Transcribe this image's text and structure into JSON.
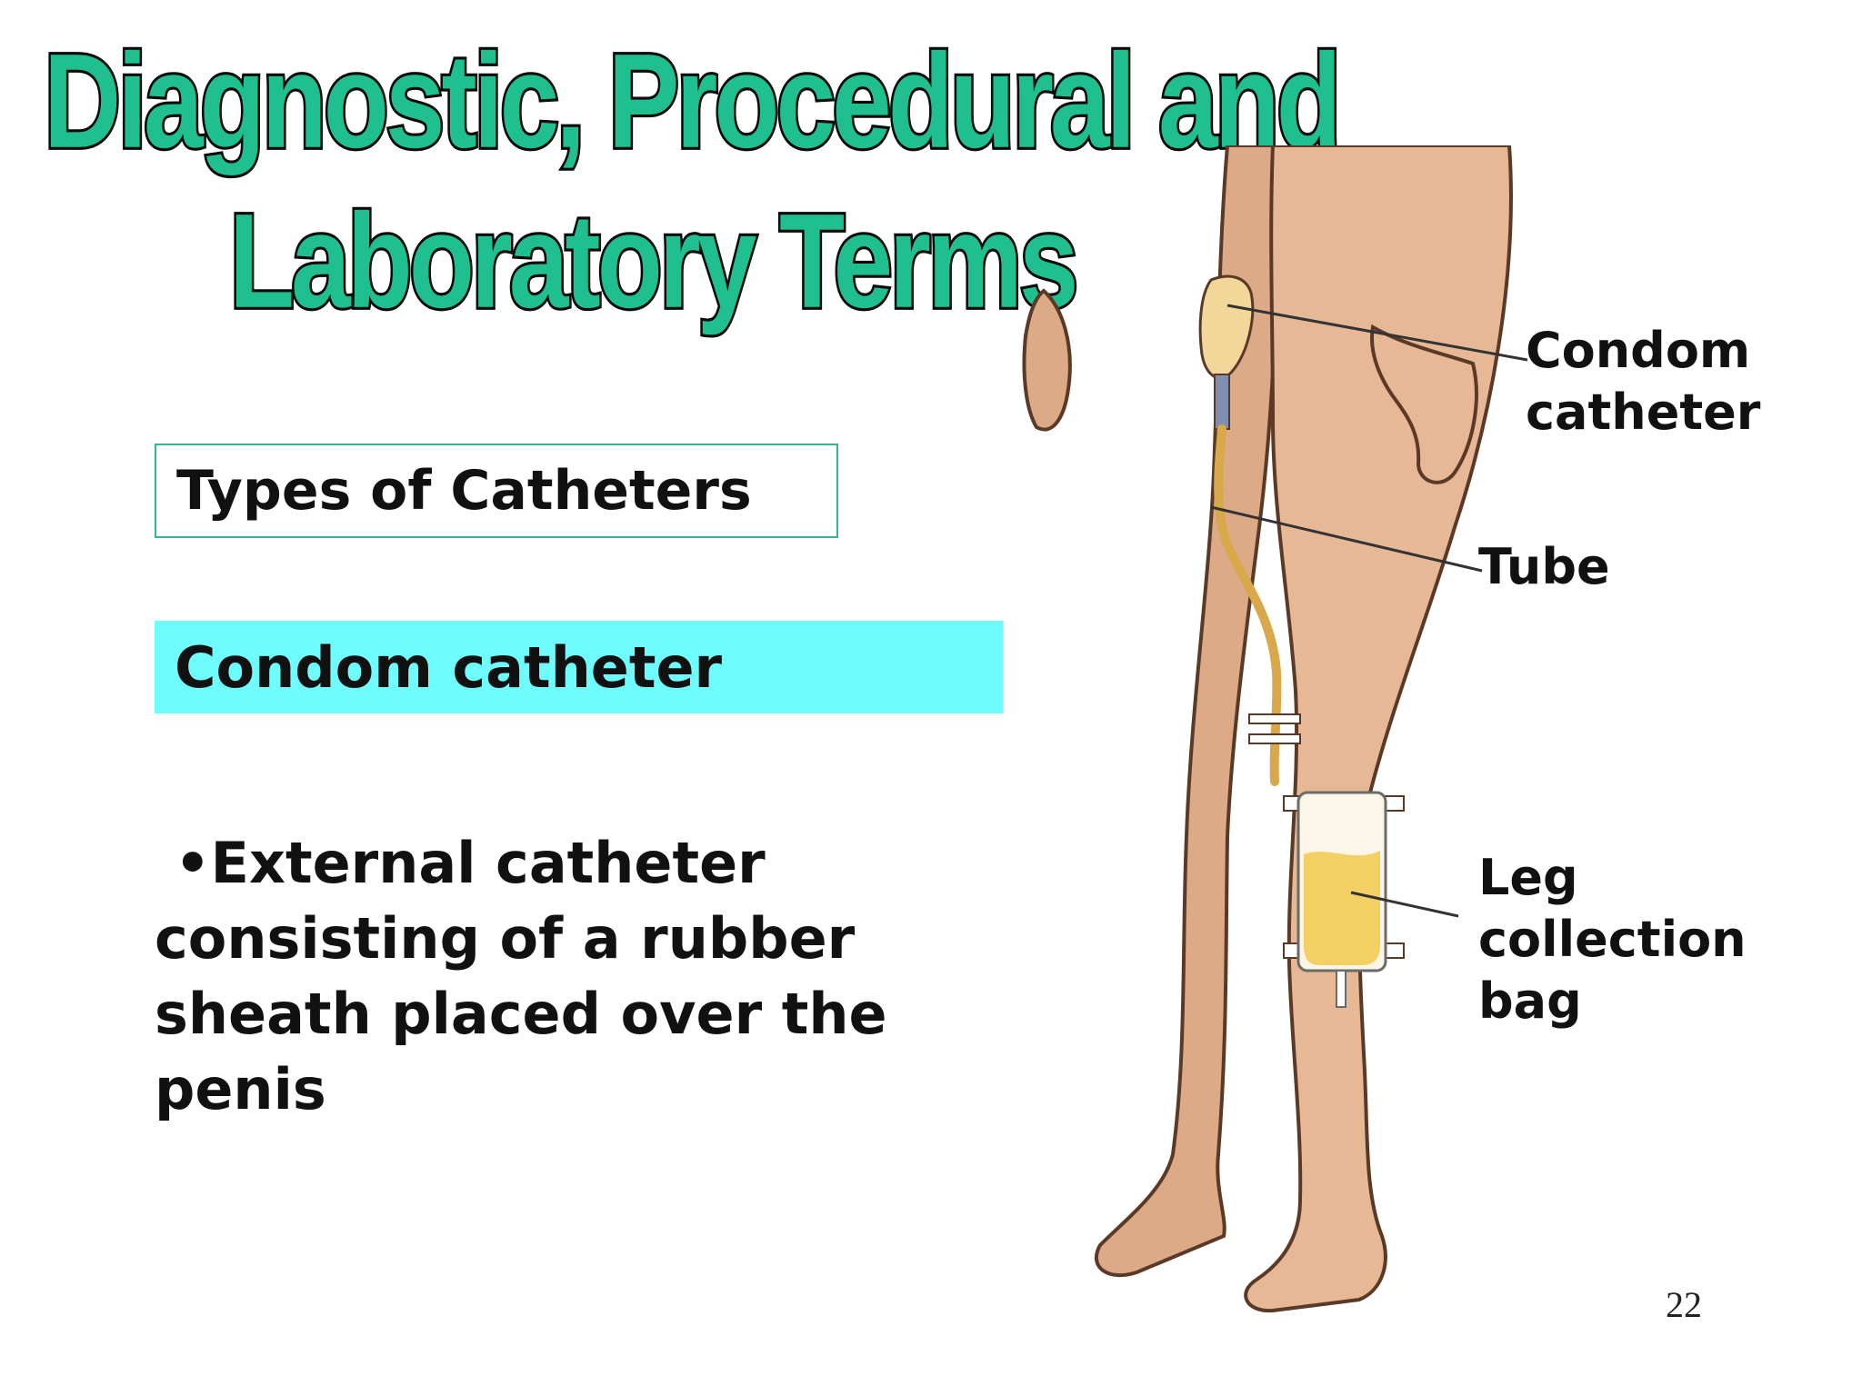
{
  "title": {
    "line1": "Diagnostic, Procedural and",
    "line2": "Laboratory Terms"
  },
  "section_label": "Types of Catheters",
  "highlight_term": "Condom catheter",
  "bullet": {
    "symbol": "•",
    "lines": [
      "External catheter",
      "consisting of a rubber",
      "sheath placed over the",
      "penis"
    ]
  },
  "illustration": {
    "callouts": {
      "condom_catheter": [
        "Condom",
        "catheter"
      ],
      "tube": [
        "Tube"
      ],
      "leg_bag": [
        "Leg",
        "collection",
        "bag"
      ]
    }
  },
  "page_number": "22",
  "colors": {
    "title_fill": "#1fbf8f",
    "title_outline": "#0a0a0a",
    "highlight_bg": "#6efcfc",
    "box_border": "#37b58c",
    "skin": "#e6b896",
    "skin_outline": "#5a3a26",
    "tube": "#d9a84a",
    "urine": "#f2c94c"
  }
}
